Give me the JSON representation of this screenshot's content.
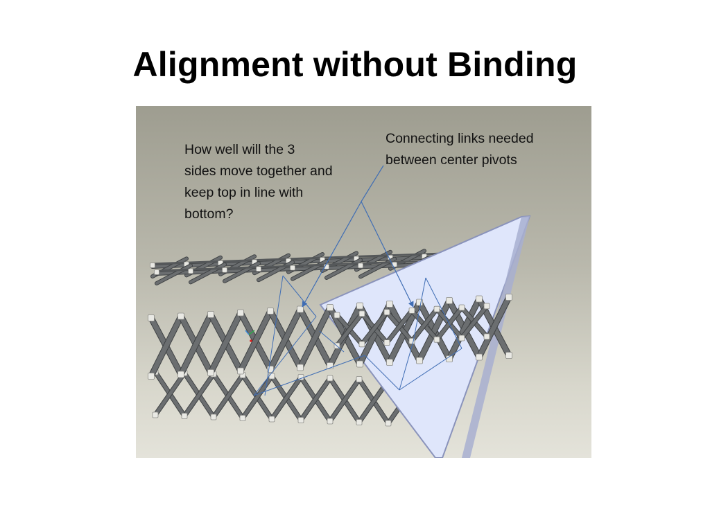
{
  "slide": {
    "title": "Alignment without Binding",
    "callout_left": "How well will the 3\nsides move together and\nkeep top in line with\nbottom?",
    "callout_right": "Connecting links needed\nbetween center pivots"
  },
  "colors": {
    "background": "#ffffff",
    "title_text": "#000000",
    "panel": "#dfe6fb",
    "panel_edge": "#8a93bb",
    "link_bar": "#6b6e70",
    "pivot": "#e9e9e4",
    "guide_line": "#3f6db4"
  }
}
